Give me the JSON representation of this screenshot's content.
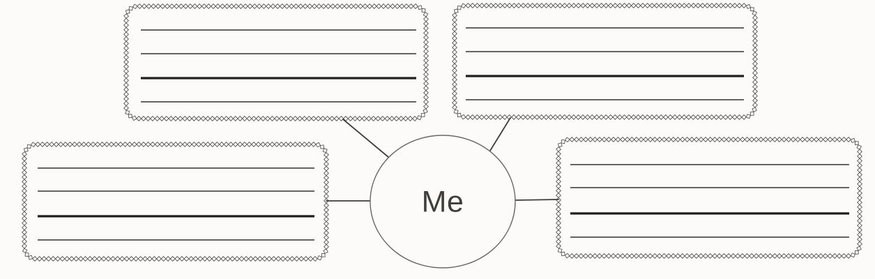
{
  "worksheet": {
    "center": {
      "label": "Me"
    },
    "boxes": [
      {
        "id": "top-left",
        "lines": [
          "",
          "",
          "",
          ""
        ]
      },
      {
        "id": "top-right",
        "lines": [
          "",
          "",
          "",
          ""
        ]
      },
      {
        "id": "bottom-left",
        "lines": [
          "",
          "",
          "",
          ""
        ]
      },
      {
        "id": "bottom-right",
        "lines": [
          "",
          "",
          "",
          ""
        ]
      }
    ]
  },
  "colors": {
    "paper": "#fcfbf9",
    "writing_line": "#35322f",
    "writing_line_bold": "#211f1d",
    "diamond_border": "#565656",
    "connector": "#3d3d3d",
    "circle_stroke": "#686868",
    "label_ink": "#413d3a"
  }
}
